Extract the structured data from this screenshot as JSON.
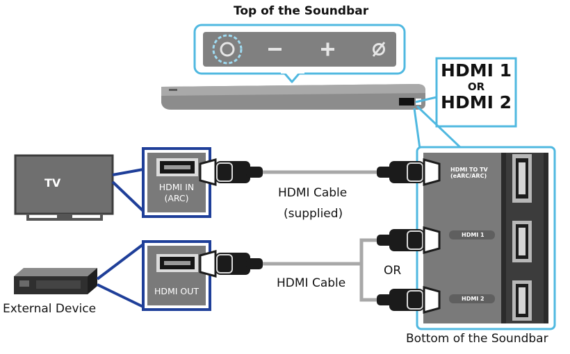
{
  "top_title": "Top of the Soundbar",
  "bottom_title": "Bottom of the Soundbar",
  "soundbar_port": {
    "line1": "HDMI 1",
    "or": "OR",
    "line2": "HDMI 2"
  },
  "tv": {
    "label": "TV",
    "port_line1": "HDMI IN",
    "port_line2": "(ARC)"
  },
  "external_device": {
    "label": "External Device",
    "port": "HDMI OUT"
  },
  "cables": {
    "top_line1": "HDMI Cable",
    "top_line2": "(supplied)",
    "bottom": "HDMI Cable",
    "or": "OR"
  },
  "soundbar_ports": {
    "tv_line1": "HDMI TO TV",
    "tv_line2": "(eARC/ARC)",
    "hdmi1": "HDMI 1",
    "hdmi2": "HDMI 2"
  },
  "control_buttons": [
    "power-icon",
    "minus-icon",
    "plus-icon",
    "mute-icon"
  ],
  "colors": {
    "highlight": "#4fb8e0",
    "frame_blue": "#1f3f99",
    "panel_gray": "#7f7f7f",
    "cable_gray": "#a8a8a8"
  }
}
